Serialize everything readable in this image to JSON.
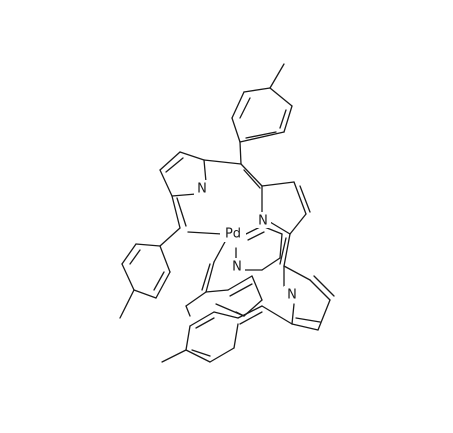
{
  "diagram": {
    "type": "structural-formula",
    "background": "#ffffff",
    "bond_color": "#1a1a1a",
    "labels": {
      "metal": "Pd",
      "n_top": "N",
      "n_mid": "N",
      "n_center": "N",
      "n_lower": "N"
    }
  }
}
